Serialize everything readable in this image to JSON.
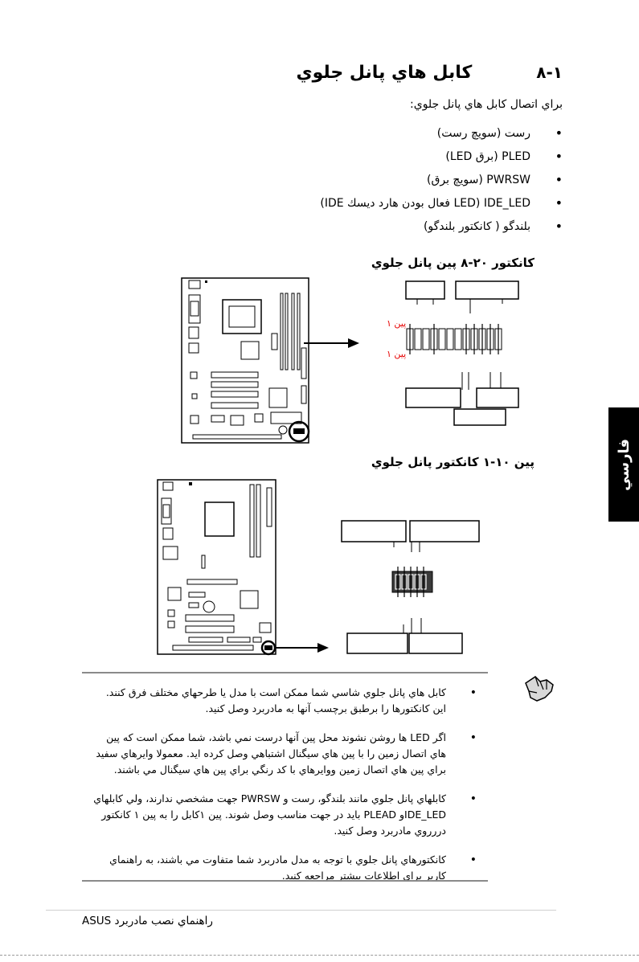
{
  "section": {
    "number": "۸-۱",
    "title": "کابل هاي پانل جلوي"
  },
  "intro": "براي اتصال کابل هاي پانل جلوي:",
  "bullets": [
    "رست (سويچ رست)",
    "PLED (برق LED)",
    "PWRSW (سويچ برق)",
    "IDE_LED (LED فعال بودن هارد ديسك IDE)",
    "بلندگو ( کانکتور بلندگو)"
  ],
  "connector20": {
    "title": "کانکتور ۲۰-۸ پين پانل جلوي",
    "pin_label_top": "پين ۱",
    "pin_label_bottom": "پين ۱"
  },
  "connector10": {
    "title": "پين ۱۰-۱ کانکتور پانل جلوي"
  },
  "tab_label": "فارسي",
  "notes": [
    "کابل هاي پانل جلوي شاسي شما ممکن است با مدل يا طرحهاي مختلف فرق کنند. اين کانکتورها را برطبق برچسب آنها به مادربرد وصل کنيد.",
    "اگر LED ها روشن نشوند محل پين آنها درست نمي باشد، شما ممکن است که پين هاي اتصال زمين را با پين هاي سيگنال اشتباهي وصل کرده ايد. معمولا وايرهاي سفيد براي پين هاي اتصال زمين ووايرهاي با کد رنگي براي پين هاي سيگنال مي باشند.",
    "کابلهاي پانل جلوي مانند بلندگو، رست و PWRSW جهت مشخصي ندارند، ولي کابلهاي IDE_LEDو PLEAD بايد در جهت مناسب وصل شوند. پين ۱کابل را به پين ۱ کانکتور دررروي مادربرد وصل کنيد.",
    "کانکتورهاي پانل جلوي با توجه به مدل مادربرد شما متفاوت مي باشند، به راهنماي کاربر براي اطلاعات بيشتر مراجعه کنيد."
  ],
  "footer": "راهنماي نصب مادربرد ASUS",
  "colors": {
    "text": "#000000",
    "pin_label": "#e60000",
    "rule": "#8a8a8a"
  }
}
